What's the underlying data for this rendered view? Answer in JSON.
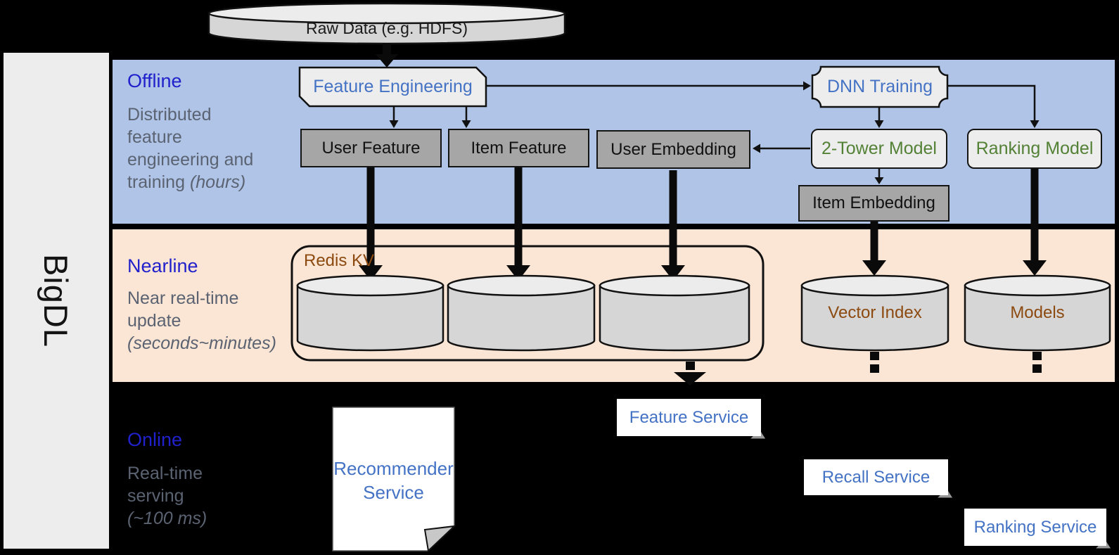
{
  "brand": {
    "name": "BigDL"
  },
  "source": {
    "label": "Raw Data (e.g. HDFS)"
  },
  "sections": {
    "offline": {
      "title": "Offline",
      "desc_line1": "Distributed",
      "desc_line2": "feature",
      "desc_line3": "engineering and",
      "desc_line4": "training",
      "desc_italic": "(hours)"
    },
    "nearline": {
      "title": "Nearline",
      "desc_line1": "Near real-time",
      "desc_line2": "update",
      "desc_italic": "(seconds~minutes)"
    },
    "online": {
      "title": "Online",
      "desc_line1": "Real-time",
      "desc_line2": "serving",
      "desc_italic": "(~100 ms)"
    }
  },
  "offline_nodes": {
    "feature_engineering": "Feature Engineering",
    "dnn_training": "DNN Training",
    "user_feature": "User Feature",
    "item_feature": "Item Feature",
    "user_embedding": "User Embedding",
    "two_tower_model": "2-Tower Model",
    "ranking_model": "Ranking Model",
    "item_embedding": "Item Embedding"
  },
  "nearline_nodes": {
    "redis_kv": "Redis KV",
    "vector_index": "Vector Index",
    "models": "Models"
  },
  "online_nodes": {
    "recommender_service": "Recommender Service",
    "feature_service": "Feature Service",
    "recall_service": "Recall Service",
    "ranking_service": "Ranking Service"
  },
  "edges": [
    "Raw Data -> Feature Engineering",
    "Feature Engineering -> User Feature",
    "Feature Engineering -> Item Feature",
    "Feature Engineering -> DNN Training",
    "DNN Training -> 2-Tower Model",
    "DNN Training -> Ranking Model",
    "2-Tower Model -> User Embedding",
    "2-Tower Model -> Item Embedding",
    "User Feature -> Redis KV",
    "Item Feature -> Redis KV",
    "User Embedding -> Redis KV",
    "Item Embedding -> Vector Index",
    "Ranking Model -> Models",
    "Redis KV -> Feature Service"
  ],
  "colors": {
    "background": "#000000",
    "band_offline": "#afc4e6",
    "band_nearline": "#fbe5d4",
    "sidebar": "#ededed",
    "section_title": "#2121cc",
    "section_desc": "#5b6372",
    "node_blue_text": "#4472c4",
    "node_green_text": "#538135",
    "node_brown_text": "#8c4a10",
    "gray_node_fill": "#a6a6a6",
    "light_node_fill": "#ededed",
    "cylinder_fill": "#d6d6d6"
  }
}
